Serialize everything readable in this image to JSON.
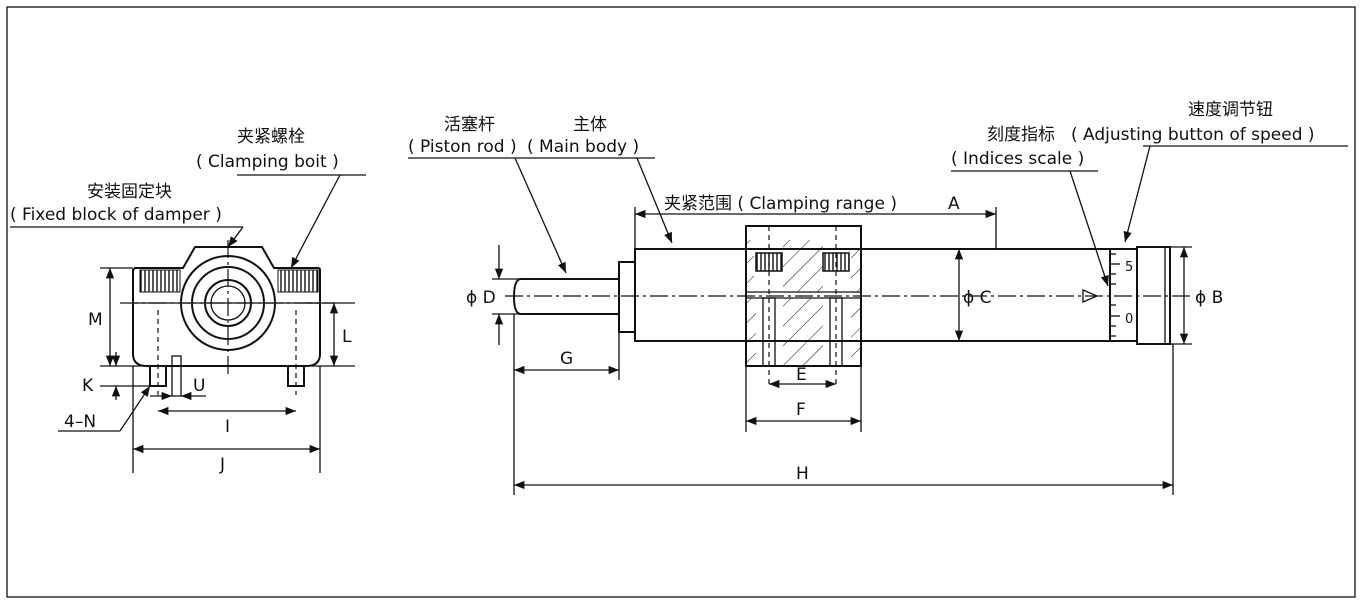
{
  "left_view": {
    "clamping_bolt_cn": "夹紧螺栓",
    "clamping_bolt_en": "( Clamping boit )",
    "fixed_block_cn": "安装固定块",
    "fixed_block_en": "( Fixed block of damper )",
    "dims": {
      "M": "M",
      "K": "K",
      "L": "L",
      "U": "U",
      "I": "I",
      "J": "J",
      "N": "4–N"
    }
  },
  "main_view": {
    "piston_rod_cn": "活塞杆",
    "piston_rod_en": "( Piston rod )",
    "main_body_cn": "主体",
    "main_body_en": "( Main body )",
    "clamping_range": "夹紧范围 ( Clamping range )",
    "indices_cn": "刻度指标",
    "indices_en": "( Indices scale )",
    "speed_cn": "速度调节钮",
    "speed_en": "( Adjusting button of speed )",
    "scale_5": "5",
    "scale_0": "0",
    "dims": {
      "A": "A",
      "B": "ϕ B",
      "C": "ϕ C",
      "D": "ϕ D",
      "E": "E",
      "F": "F",
      "G": "G",
      "H": "H"
    }
  }
}
